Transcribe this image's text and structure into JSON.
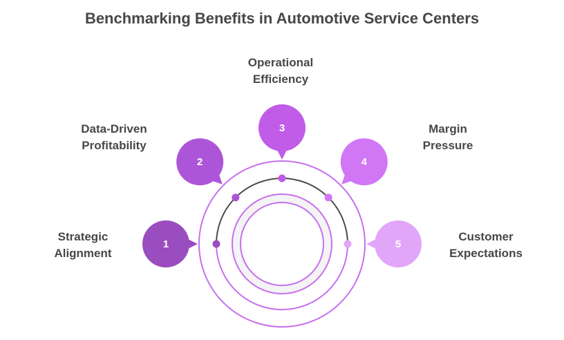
{
  "title": "Benchmarking Benefits in Automotive Service Centers",
  "colors": {
    "ring": "#c76ef0",
    "arc": "#4a4a4a",
    "inner_fill": "#f4f4f4",
    "text": "#474747"
  },
  "items": [
    {
      "number": "1",
      "label_lines": [
        "Strategic",
        "Alignment"
      ],
      "color": "#9a4dbf"
    },
    {
      "number": "2",
      "label_lines": [
        "Data-Driven",
        "Profitability"
      ],
      "color": "#ad55d8"
    },
    {
      "number": "3",
      "label_lines": [
        "Operational",
        "Efficiency"
      ],
      "color": "#c05ce8"
    },
    {
      "number": "4",
      "label_lines": [
        "Margin",
        "Pressure"
      ],
      "color": "#d176f5"
    },
    {
      "number": "5",
      "label_lines": [
        "Customer",
        "Expectations"
      ],
      "color": "#e2a6f8"
    }
  ]
}
